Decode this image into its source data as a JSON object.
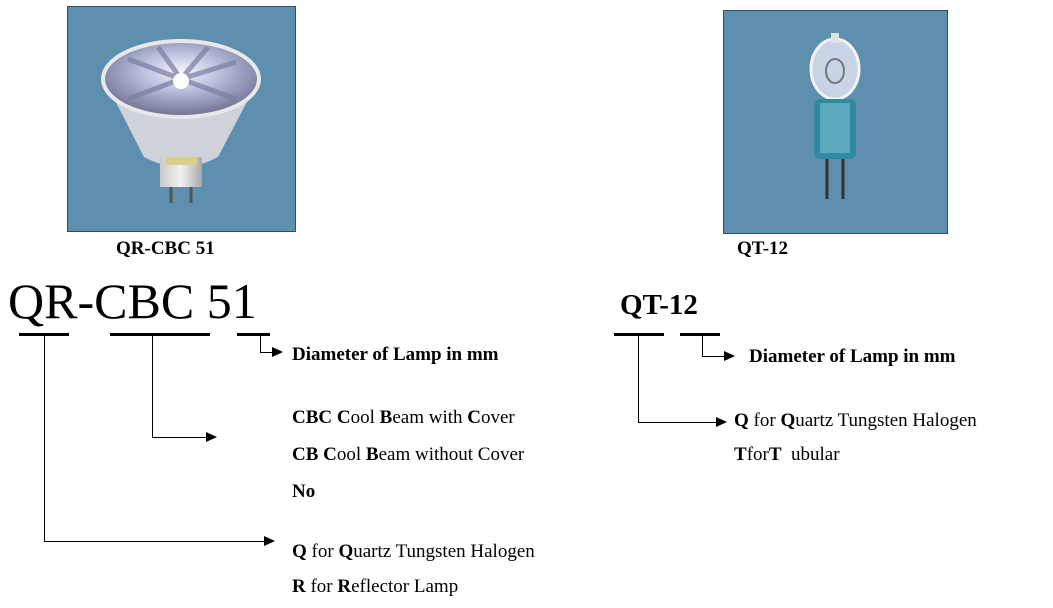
{
  "left": {
    "caption": "QR-CBC 51",
    "code": {
      "q": "Q",
      "r": "R",
      "dash": "-",
      "cbc": "CBC",
      "num": "51"
    },
    "diameter_label": "Diameter of Lamp in mm",
    "cover_lines": [
      {
        "key": "CBC",
        "t1": " ",
        "b1": "C",
        "t2": "ool ",
        "b2": "B",
        "t3": "eam with ",
        "b3": "C",
        "t4": "over"
      },
      {
        "key": "CB",
        "t1": " ",
        "b1": "C",
        "t2": "ool ",
        "b2": "B",
        "t3": "eam without Cover",
        "b3": "",
        "t4": ""
      },
      {
        "key": "No",
        "t1": "",
        "b1": "",
        "t2": "",
        "b2": "",
        "t3": "",
        "b3": "",
        "t4": ""
      }
    ],
    "type_lines": [
      {
        "b1": "Q",
        "t1": " for ",
        "b2": "Q",
        "t2": "uartz Tungsten Halogen"
      },
      {
        "b1": "R",
        "t1": " for ",
        "b2": "R",
        "t2": "eflector Lamp"
      }
    ]
  },
  "right": {
    "caption": "QT-12",
    "code": {
      "qt": "QT",
      "dash": "-",
      "num": "12"
    },
    "diameter_label": "Diameter of Lamp in mm",
    "type_lines": [
      {
        "b1": "Q",
        "t1": " for ",
        "b2": "Q",
        "t2": "uartz Tungsten Halogen"
      },
      {
        "b1": "T",
        "t1": "for",
        "b2": "T",
        "t2": "  ubular"
      }
    ]
  },
  "colors": {
    "photo_bg": "#5e8fae",
    "line": "#000000"
  }
}
